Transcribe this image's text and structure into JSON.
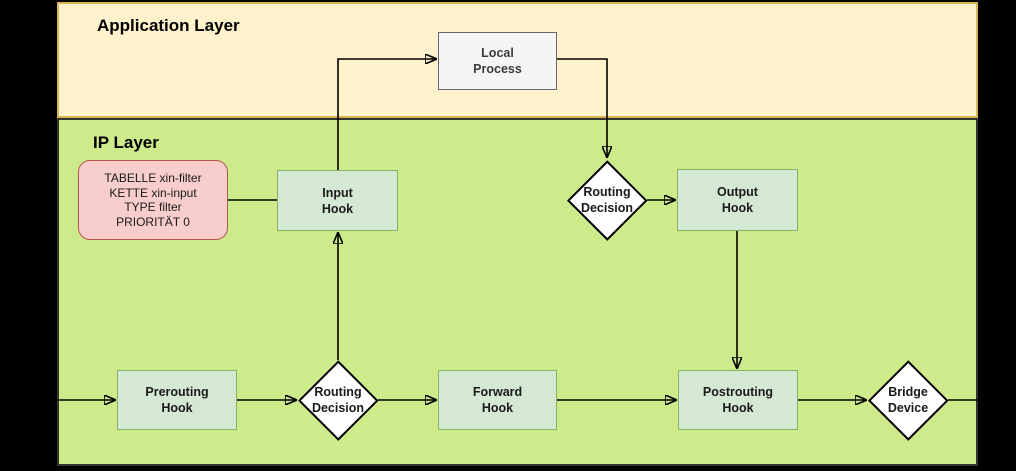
{
  "layers": {
    "application": {
      "label": "Application Layer"
    },
    "ip": {
      "label": "IP Layer"
    }
  },
  "nodes": {
    "local_process": {
      "label": "Local\nProcess",
      "type": "process"
    },
    "input_hook": {
      "label": "Input\nHook",
      "type": "hook"
    },
    "routing_decision_top": {
      "label": "Routing\nDecision",
      "type": "decision"
    },
    "output_hook": {
      "label": "Output\nHook",
      "type": "hook"
    },
    "prerouting_hook": {
      "label": "Prerouting\nHook",
      "type": "hook"
    },
    "routing_decision_bottom": {
      "label": "Routing\nDecision",
      "type": "decision"
    },
    "forward_hook": {
      "label": "Forward\nHook",
      "type": "hook"
    },
    "postrouting_hook": {
      "label": "Postrouting\nHook",
      "type": "hook"
    },
    "bridge_device": {
      "label": "Bridge\nDevice",
      "type": "decision"
    }
  },
  "note": {
    "text": "TABELLE xin-filter\nKETTE xin-input\nTYPE filter\nPRIORITÄT 0"
  },
  "colors": {
    "canvas": "#000000",
    "app_layer_fill": "#FFF2CC",
    "app_layer_border": "#D6B656",
    "ip_layer_fill": "#CDEB8B",
    "ip_layer_border": "#333333",
    "hook_fill": "#D5E8D4",
    "hook_border": "#82B366",
    "process_fill": "#F5F5F5",
    "process_border": "#666666",
    "note_fill": "#F8CECC",
    "note_border": "#B85450",
    "decision_fill": "#FFFFFF",
    "edge_color": "#000000"
  }
}
